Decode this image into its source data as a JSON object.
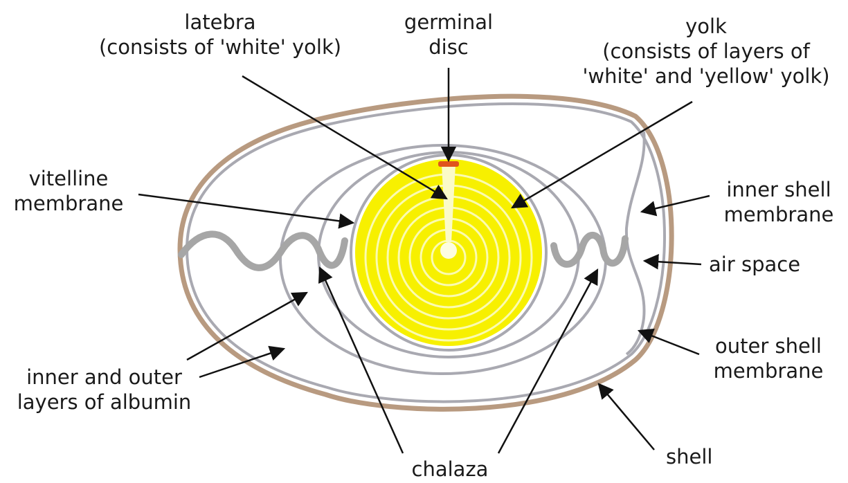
{
  "colors": {
    "shell": "#b89a80",
    "membrane": "#a9a9b1",
    "yolk": "#f7f000",
    "yolk_rings": "#fbfbb0",
    "germinal_disc": "#e0541c",
    "chalaza": "#a6a6a6",
    "arrow": "#111111",
    "background": "#ffffff"
  },
  "labels": {
    "latebra": {
      "line1": "latebra",
      "line2": "(consists of 'white' yolk)"
    },
    "germinal_disc": {
      "line1": "germinal",
      "line2": "disc"
    },
    "yolk": {
      "line1": "yolk",
      "line2": "(consists of layers of",
      "line3": "'white' and 'yellow' yolk)"
    },
    "vitelline_membrane": {
      "line1": "vitelline",
      "line2": "membrane"
    },
    "inner_shell_membrane": {
      "line1": "inner shell",
      "line2": "membrane"
    },
    "air_space": {
      "line1": "air space"
    },
    "outer_shell_membrane": {
      "line1": "outer shell",
      "line2": "membrane"
    },
    "albumin": {
      "line1": "inner and outer",
      "line2": "layers of albumin"
    },
    "shell": {
      "line1": "shell"
    },
    "chalaza": {
      "line1": "chalaza"
    }
  }
}
